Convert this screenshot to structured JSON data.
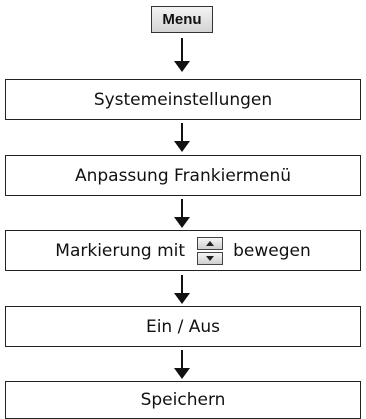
{
  "flow": {
    "start_key": "Menu",
    "steps": [
      {
        "label": "Systemeinstellungen"
      },
      {
        "label": "Anpassung Frankiermenü"
      },
      {
        "label_before": "Markierung mit",
        "label_after": "bewegen",
        "icons": [
          "arrow-up-key-icon",
          "arrow-down-key-icon"
        ]
      },
      {
        "label": "Ein / Aus"
      },
      {
        "label": "Speichern"
      }
    ]
  }
}
